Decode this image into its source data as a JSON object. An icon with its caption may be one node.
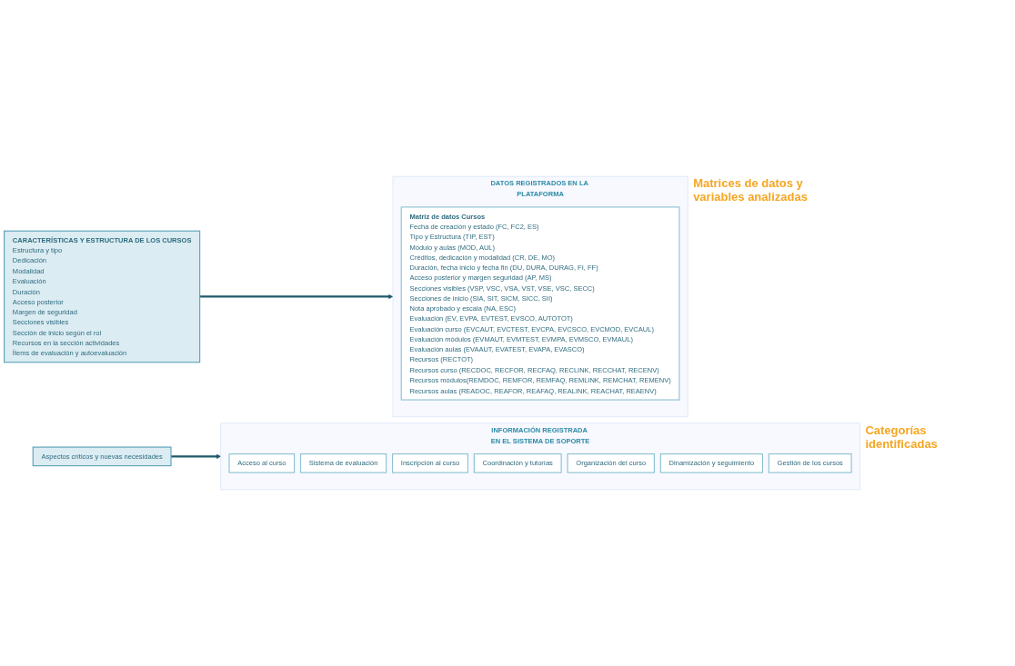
{
  "diagram": {
    "nodes": [
      {
        "text": [
          "CARACTERÍSTICAS Y ESTRUCTURA DE LOS CURSOS",
          "Estructura y tipo",
          "Dedicación",
          "Modalidad",
          "Evaluación",
          "Duración",
          "Acceso posterior",
          "Margen de seguridad",
          "Secciones visibles",
          "Sección de inicio según el rol",
          "Recursos en la sección actividades",
          "Ítems de evaluación y autoevaluación"
        ]
      },
      {
        "text": [
          "DATOS REGISTRADOS EN LA PLATAFORMA"
        ],
        "beside": [
          "Matrices de datos y variables analizadas"
        ]
      },
      {
        "text": [
          "Matriz de datos Cursos",
          "Fecha de creación y estado (FC, FC2, ES)",
          "Tipo y Estructura (TIP, EST)",
          "Módulo y aulas (MOD, AUL)",
          "Créditos, dedicación y modalidad (CR, DE, MO)",
          "Duración, fecha inicio y fecha fin (DU, DURA, DURAG, FI, FF)",
          "Acceso posterior y margen seguridad (AP, MS)",
          "Secciones visibles (VSP, VSC, VSA, VST, VSE, VSC, SECC)",
          "Secciones de inicio (SIA, SIT, SICM, SICC, SII)",
          "Nota aprobado y escala (NA, ESC)",
          "Evaluación (EV, EVPA, EVTEST, EVSCO, AUTOTOT)",
          "Evaluación curso (EVCAUT, EVCTEST, EVCPA, EVCSCO, EVCMOD, EVCAUL)",
          "Evaluación módulos (EVMAUT, EVMTEST, EVMPA, EVMSCO, EVMAUL)",
          "Evaluación aulas (EVAAUT, EVATEST, EVAPA, EVASCO)",
          "Recursos (RECTOT)",
          "Recursos curso (RECDOC, RECFOR, RECFAQ, RECLINK, RECCHAT, RECENV)",
          "Recursos módulos(REMDOC, REMFOR, REMFAQ, REMLINK, REMCHAT, REMENV)",
          "Recursos aulas (READOC, REAFOR, REAFAQ, REALINK, REACHAT, REAENV)"
        ],
        "in": 1
      },
      {
        "text": [
          "Aspectos críticos y nuevas necesidades"
        ]
      },
      {
        "text": [
          "INFORMACIÓN REGISTRADA EN EL SISTEMA DE SOPORTE"
        ],
        "beside": [
          "Categorías identificadas"
        ]
      },
      {
        "text": [
          "Acceso al curso"
        ],
        "in": 4
      },
      {
        "text": [
          "Sistema de evaluación"
        ],
        "in": 4
      },
      {
        "text": [
          "Inscripción al curso"
        ],
        "in": 4
      },
      {
        "text": [
          "Coordinación y tutorías"
        ],
        "in": 4
      },
      {
        "text": [
          "Organización del curso"
        ],
        "in": 4
      },
      {
        "text": [
          "Dinamización y seguimiento"
        ],
        "in": 4
      },
      {
        "text": [
          "Gestión de los cursos"
        ],
        "in": 4
      }
    ],
    "edges": [
      {
        "from": 0,
        "to": 1,
        "arrow": "to"
      },
      {
        "from": 3,
        "to": 4,
        "arrow": "to"
      }
    ]
  }
}
